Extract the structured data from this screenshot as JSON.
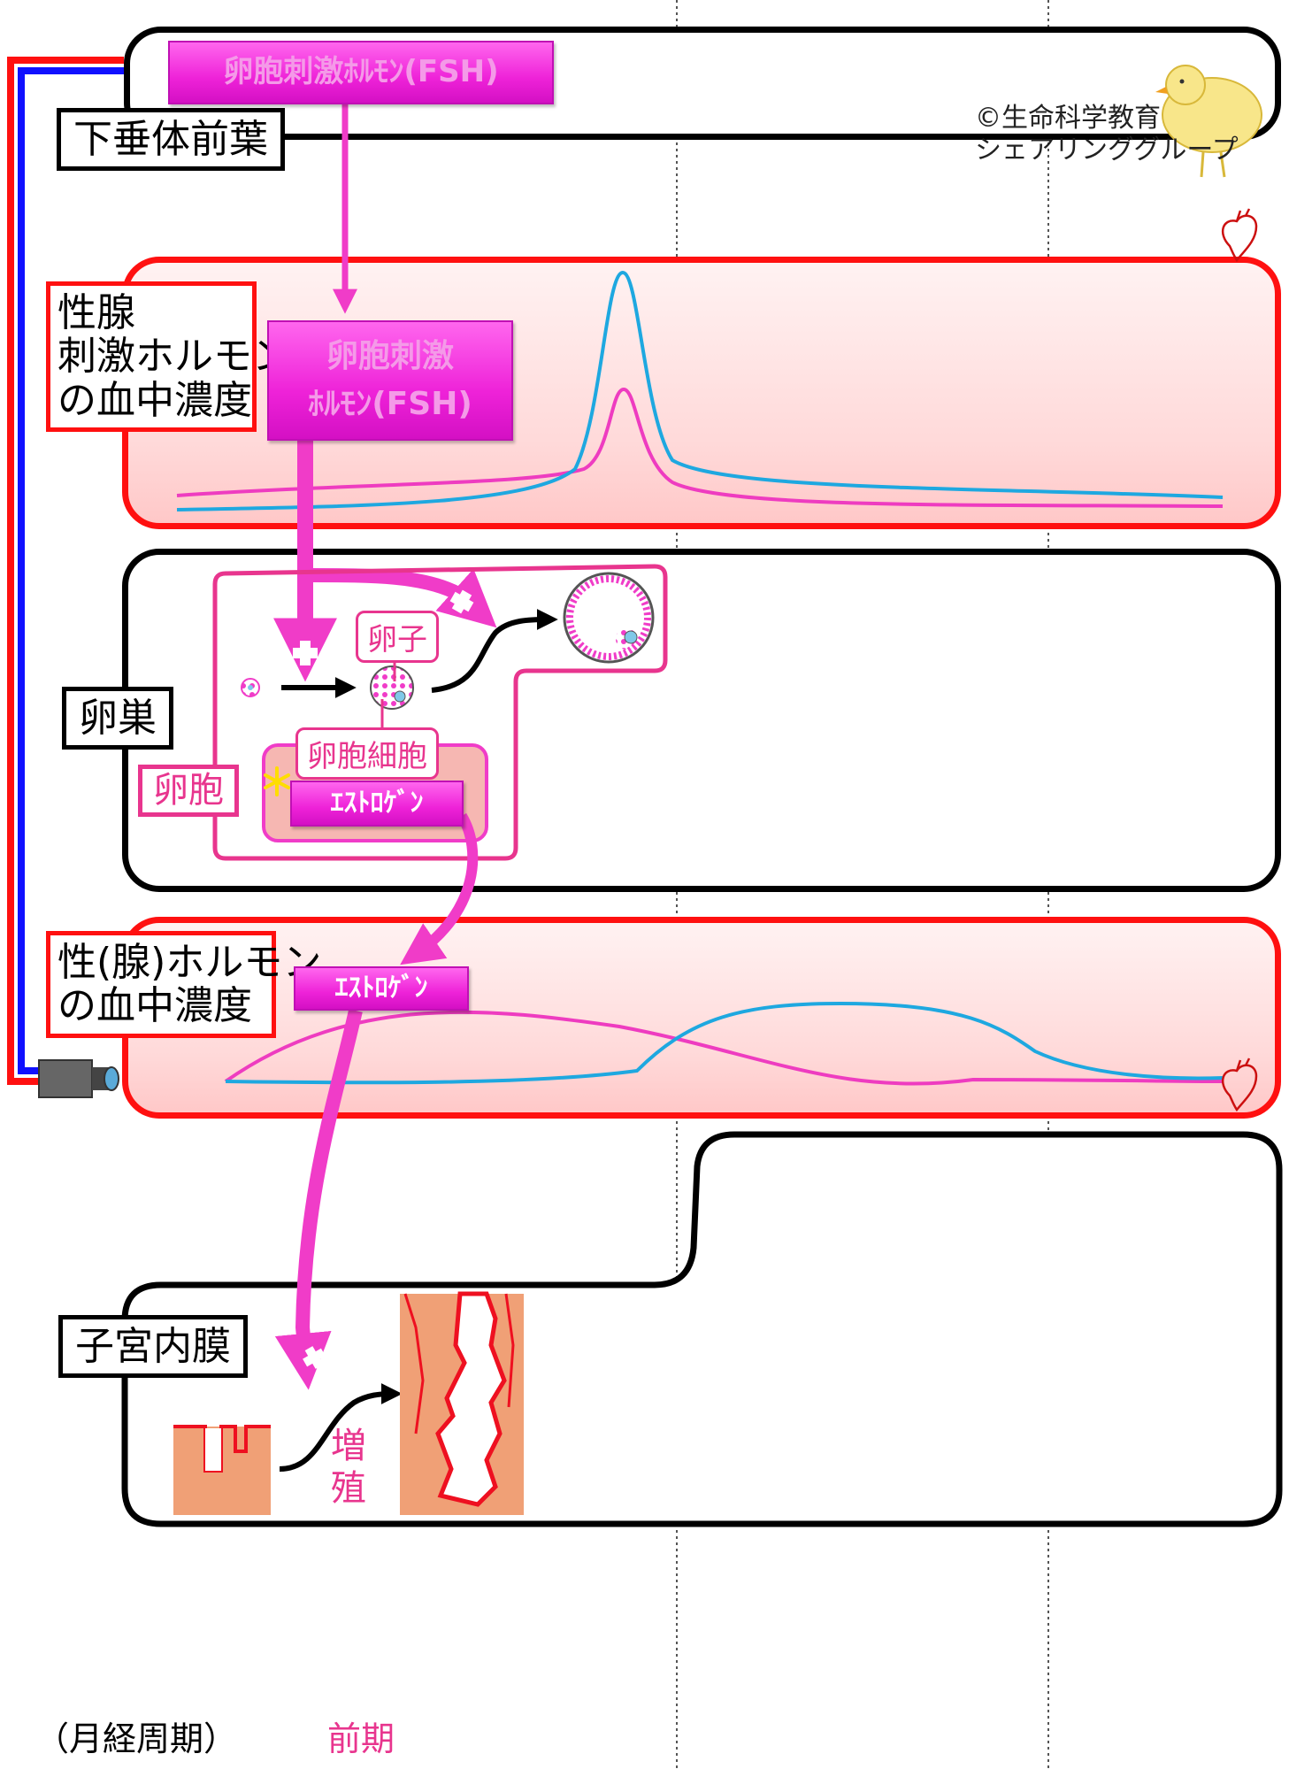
{
  "labels": {
    "pituitary": "下垂体前葉",
    "gonadotropin_line1": "性腺",
    "gonadotropin_line2": "刺激ホルモン",
    "gonadotropin_line3": "の血中濃度",
    "ovary": "卵巣",
    "follicle": "卵胞",
    "sex_hormone_line1": "性(腺)ホルモン",
    "sex_hormone_line2": "の血中濃度",
    "endometrium": "子宮内膜"
  },
  "hormones": {
    "fsh_top": "卵胞刺激ﾎﾙﾓﾝ(FSH)",
    "fsh_mid_line1": "卵胞刺激",
    "fsh_mid_line2": "ﾎﾙﾓﾝ(FSH)",
    "estrogen_ovary": "ｴｽﾄﾛｹﾞﾝ",
    "estrogen_blood": "ｴｽﾄﾛｹﾞﾝ"
  },
  "tags": {
    "egg": "卵子",
    "follicle_cell": "卵胞細胞",
    "proliferation_1": "増",
    "proliferation_2": "殖"
  },
  "copyright": {
    "line1": "©生命科学教育",
    "line2": "シェアリンググループ"
  },
  "footer": {
    "cycle": "（月経周期）",
    "phase": "前期"
  },
  "colors": {
    "fsh_curve": "#ee3cc0",
    "lh_curve": "#1ea8e0",
    "estrogen_curve": "#ee3cc0",
    "progesterone_curve": "#1ea8e0",
    "panel_red": "#ff1010",
    "hormone_magenta": "#ee22d8"
  },
  "icons": [
    "heart-icon",
    "chick-icon",
    "camera-icon",
    "plus-icon"
  ]
}
